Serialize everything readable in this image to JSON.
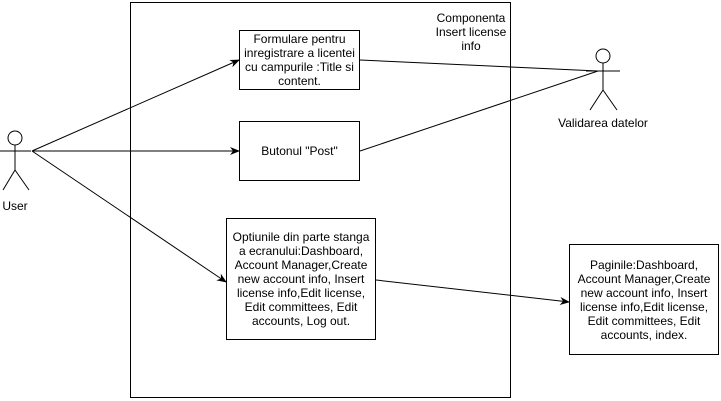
{
  "system": {
    "title": "Componenta Insert license info"
  },
  "actors": {
    "user": "User",
    "validation": "Validarea datelor"
  },
  "use_cases": {
    "form": "Formulare pentru inregistrare a licentei cu campurile :Title si content.",
    "post_button": "Butonul \"Post\"",
    "options": "Optiunile din parte stanga a ecranului:Dashboard, Account Manager,Create new account info, Insert license info,Edit license, Edit committees, Edit accounts, Log out.",
    "pages": "Paginile:Dashboard, Account Manager,Create new account info, Insert license info,Edit license, Edit committees, Edit accounts, index."
  }
}
